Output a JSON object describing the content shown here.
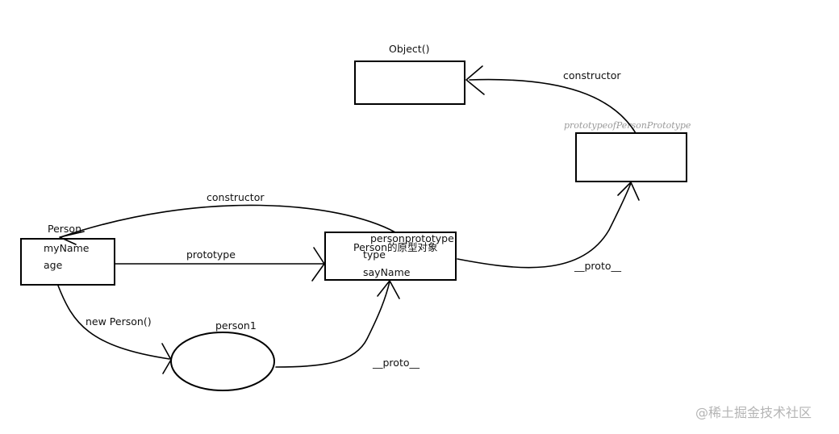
{
  "nodes": {
    "object": {
      "title": "Object()"
    },
    "prototype_of_person_prototype": {
      "title": "prototypeofPersonPrototype"
    },
    "person": {
      "title": "Person",
      "fields": [
        "myName",
        "age"
      ]
    },
    "person_prototype": {
      "title": "personprototype",
      "subtitle": "Person的原型对象",
      "fields": [
        "type",
        "sayName"
      ]
    },
    "person1": {
      "title": "person1"
    }
  },
  "edges": {
    "constructor_top": "constructor",
    "constructor_left": "constructor",
    "prototype": "prototype",
    "new_person": "new Person()",
    "proto_right": "__proto__",
    "proto_bottom": "__proto__"
  },
  "watermark": "@稀土掘金技术社区"
}
